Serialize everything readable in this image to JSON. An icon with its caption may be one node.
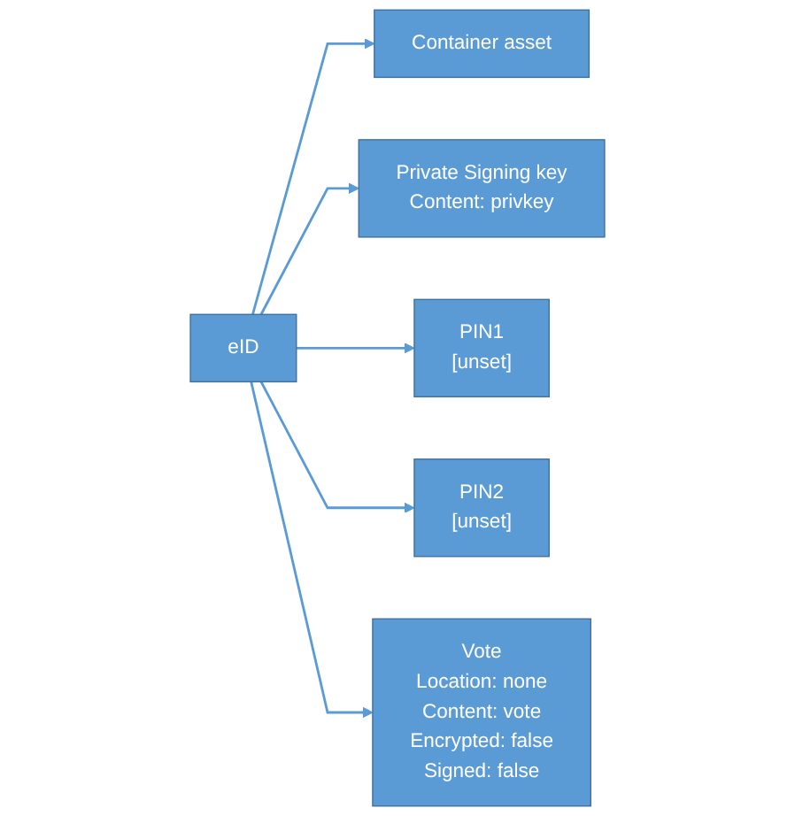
{
  "diagram": {
    "nodes": [
      {
        "text": [
          "Container asset"
        ]
      },
      {
        "text": [
          "eID"
        ]
      },
      {
        "text": [
          "Private Signing key",
          "Content: privkey"
        ]
      },
      {
        "text": [
          "PIN1",
          "[unset]"
        ]
      },
      {
        "text": [
          "PIN2",
          "[unset]"
        ]
      },
      {
        "text": [
          "Vote",
          "Location: none",
          "Content: vote",
          "Encrypted: false",
          "Signed: false"
        ]
      }
    ],
    "edges": [
      {
        "from": 1,
        "to": 0,
        "arrow": "to"
      },
      {
        "from": 1,
        "to": 2,
        "arrow": "to"
      },
      {
        "from": 1,
        "to": 3,
        "arrow": "to"
      },
      {
        "from": 1,
        "to": 4,
        "arrow": "to"
      },
      {
        "from": 1,
        "to": 5,
        "arrow": "to"
      }
    ]
  }
}
